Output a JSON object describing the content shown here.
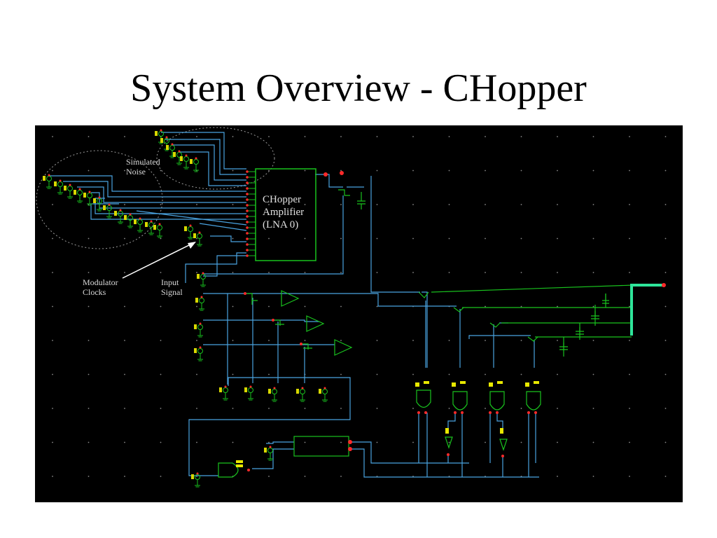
{
  "slide": {
    "title": "System Overview - CHopper"
  },
  "labels": {
    "simulated_noise": [
      "Simulated",
      "Noise"
    ],
    "modulator_clocks": [
      "Modulator",
      "Clocks"
    ],
    "input_signal": [
      "Input",
      "Signal"
    ],
    "amplifier": [
      "CHopper",
      "Amplifier",
      "(LNA 0)"
    ]
  },
  "colors": {
    "wire": "#4aa3e0",
    "component": "#19c21e",
    "pin": "#ff2a2a",
    "background": "#000000",
    "grid": "#9a9a9a"
  }
}
